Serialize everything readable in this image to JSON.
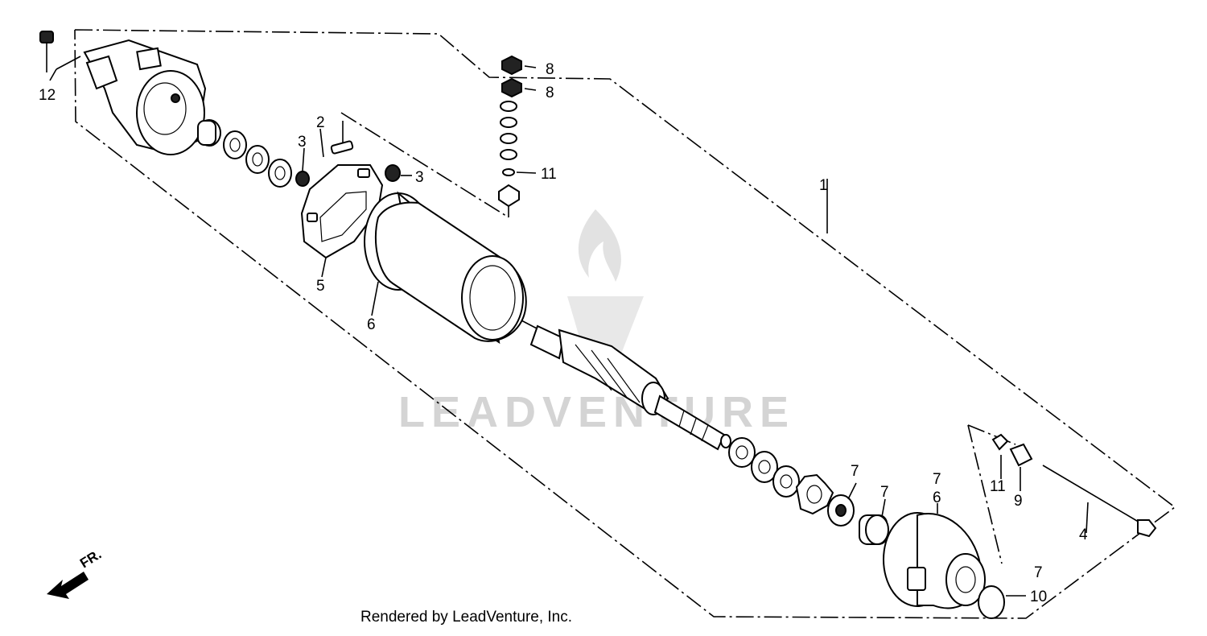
{
  "watermark": {
    "text": "LEADVENTURE"
  },
  "footer": {
    "text": "Rendered by LeadVenture, Inc."
  },
  "direction_marker": {
    "label": "FR."
  },
  "callouts": {
    "c1": "1",
    "c2": "2",
    "c3a": "3",
    "c3b": "3",
    "c4": "4",
    "c5": "5",
    "c6a": "6",
    "c6b": "6",
    "c7a": "7",
    "c7b": "7",
    "c7c": "7",
    "c7d": "7",
    "c8a": "8",
    "c8b": "8",
    "c9": "9",
    "c10": "10",
    "c11a": "11",
    "c11b": "11",
    "c12": "12"
  }
}
